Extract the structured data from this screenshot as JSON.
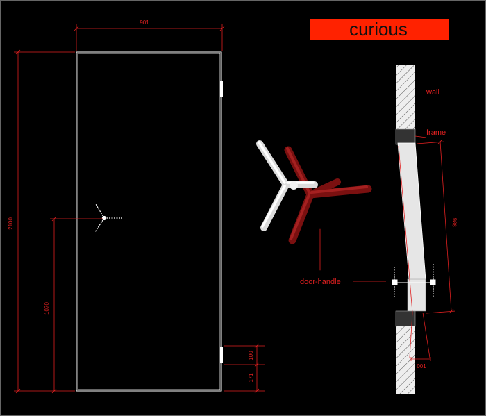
{
  "title": "curious",
  "colors": {
    "background": "#000000",
    "dimension": "#e02020",
    "outline": "#ffffff",
    "title_box": "#ff2200",
    "handle_dark": "#7a1010",
    "wall_fill": "#e8e8e8"
  },
  "elevation": {
    "width_label": "901",
    "height_label": "2100",
    "handle_height_label": "1070",
    "hinge_top_label": "100",
    "hinge_bottom_label": "171"
  },
  "section": {
    "labels": {
      "wall": "wall",
      "frame": "frame",
      "door_handle": "door-handle"
    },
    "dims": {
      "leaf_label": "988",
      "bottom_label": "001"
    }
  }
}
